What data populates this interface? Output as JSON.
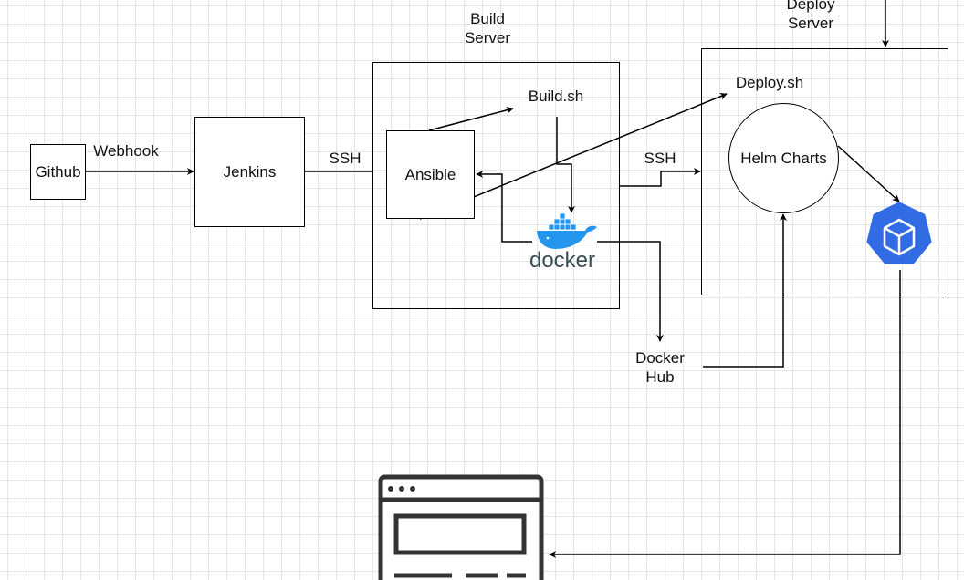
{
  "nodes": {
    "github": "Github",
    "jenkins": "Jenkins",
    "ansible": "Ansible",
    "helm_charts": "Helm Charts",
    "build_server": "Build\nServer",
    "deploy_server": "Deploy\nServer",
    "build_sh": "Build.sh",
    "deploy_sh": "Deploy.sh",
    "docker_hub": "Docker\nHub"
  },
  "edges": {
    "webhook": "Webhook",
    "ssh_build": "SSH",
    "ssh_deploy": "SSH"
  },
  "logos": {
    "docker_wordmark": "docker",
    "docker_icon": "docker-whale-icon",
    "kubernetes_icon": "kubernetes-icon",
    "browser_icon": "browser-window-icon"
  },
  "colors": {
    "line": "#000000",
    "grid": "#e6e6e6",
    "docker_blue": "#2496ed",
    "docker_navy": "#394d54",
    "kubernetes_blue": "#326ce5"
  }
}
